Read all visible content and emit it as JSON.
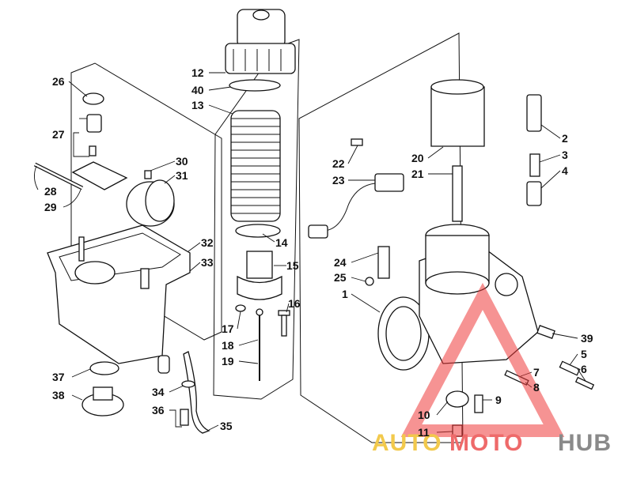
{
  "labels": {
    "l1": "1",
    "l2": "2",
    "l3": "3",
    "l4": "4",
    "l5": "5",
    "l6": "6",
    "l7": "7",
    "l8": "8",
    "l9": "9",
    "l10": "10",
    "l11": "11",
    "l12": "12",
    "l13": "13",
    "l14": "14",
    "l15": "15",
    "l16": "16",
    "l17": "17",
    "l18": "18",
    "l19": "19",
    "l20": "20",
    "l21": "21",
    "l22": "22",
    "l23": "23",
    "l24": "24",
    "l25": "25",
    "l26": "26",
    "l27": "27",
    "l28": "28",
    "l29": "29",
    "l30": "30",
    "l31": "31",
    "l32": "32",
    "l33": "33",
    "l34": "34",
    "l35": "35",
    "l36": "36",
    "l37": "37",
    "l38": "38",
    "l39": "39",
    "l40": "40"
  },
  "watermark": {
    "auto": "AUTO",
    "moto": "MOTO",
    "hub": "HUB",
    "colors": {
      "auto": "#f2c94c",
      "moto": "#ee6a6a",
      "hub": "#8a8a8a",
      "triangle": "#ee3b3b"
    }
  }
}
